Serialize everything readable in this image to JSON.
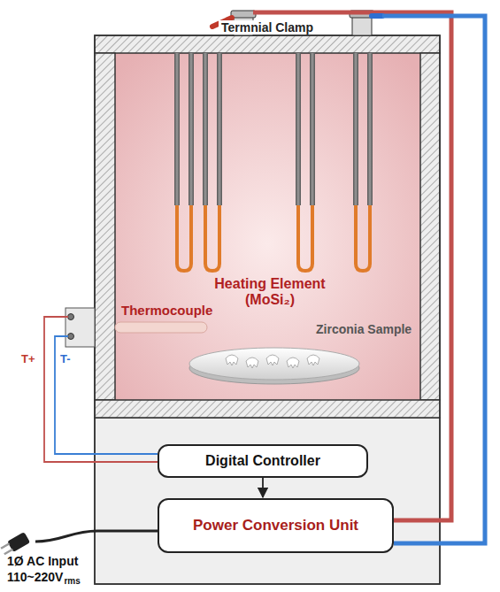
{
  "diagram": {
    "nodes": [
      {
        "text": [
          "Digital Controller"
        ]
      },
      {
        "text": [
          "Power Conversion Unit"
        ]
      }
    ],
    "edges": [
      {
        "from": 0,
        "to": 1,
        "arrow": "to"
      }
    ],
    "labels": [
      "Termnial Clamp",
      "Heating Element (MoSi₂)",
      "Thermocouple",
      "Zirconia Sample",
      "T+",
      "T-",
      "1Ø AC Input",
      "110~220V",
      "rms"
    ]
  }
}
